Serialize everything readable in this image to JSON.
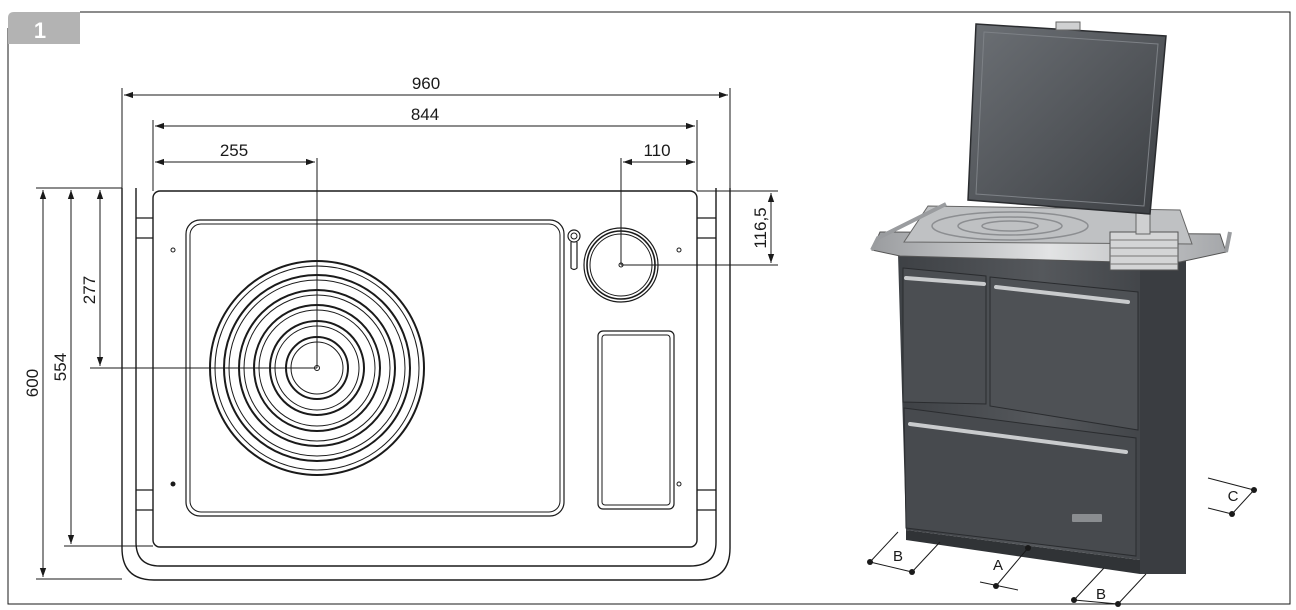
{
  "figure": {
    "number": "1"
  },
  "top_view": {
    "dimensions": {
      "overall_width": "960",
      "top_width": "844",
      "hob_center_x": "255",
      "flue_offset_x": "110",
      "overall_depth": "600",
      "top_depth": "554",
      "hob_center_y": "277",
      "flue_offset_y": "116,5"
    }
  },
  "perspective_view": {
    "clearance_labels": {
      "left": "B",
      "front": "A",
      "right": "B",
      "back": "C"
    }
  },
  "colors": {
    "badge_fill": "#b3b3b3",
    "line": "#1a1a1a",
    "stove_body": "#4a4d50",
    "stove_top": "#c8c8c8"
  }
}
